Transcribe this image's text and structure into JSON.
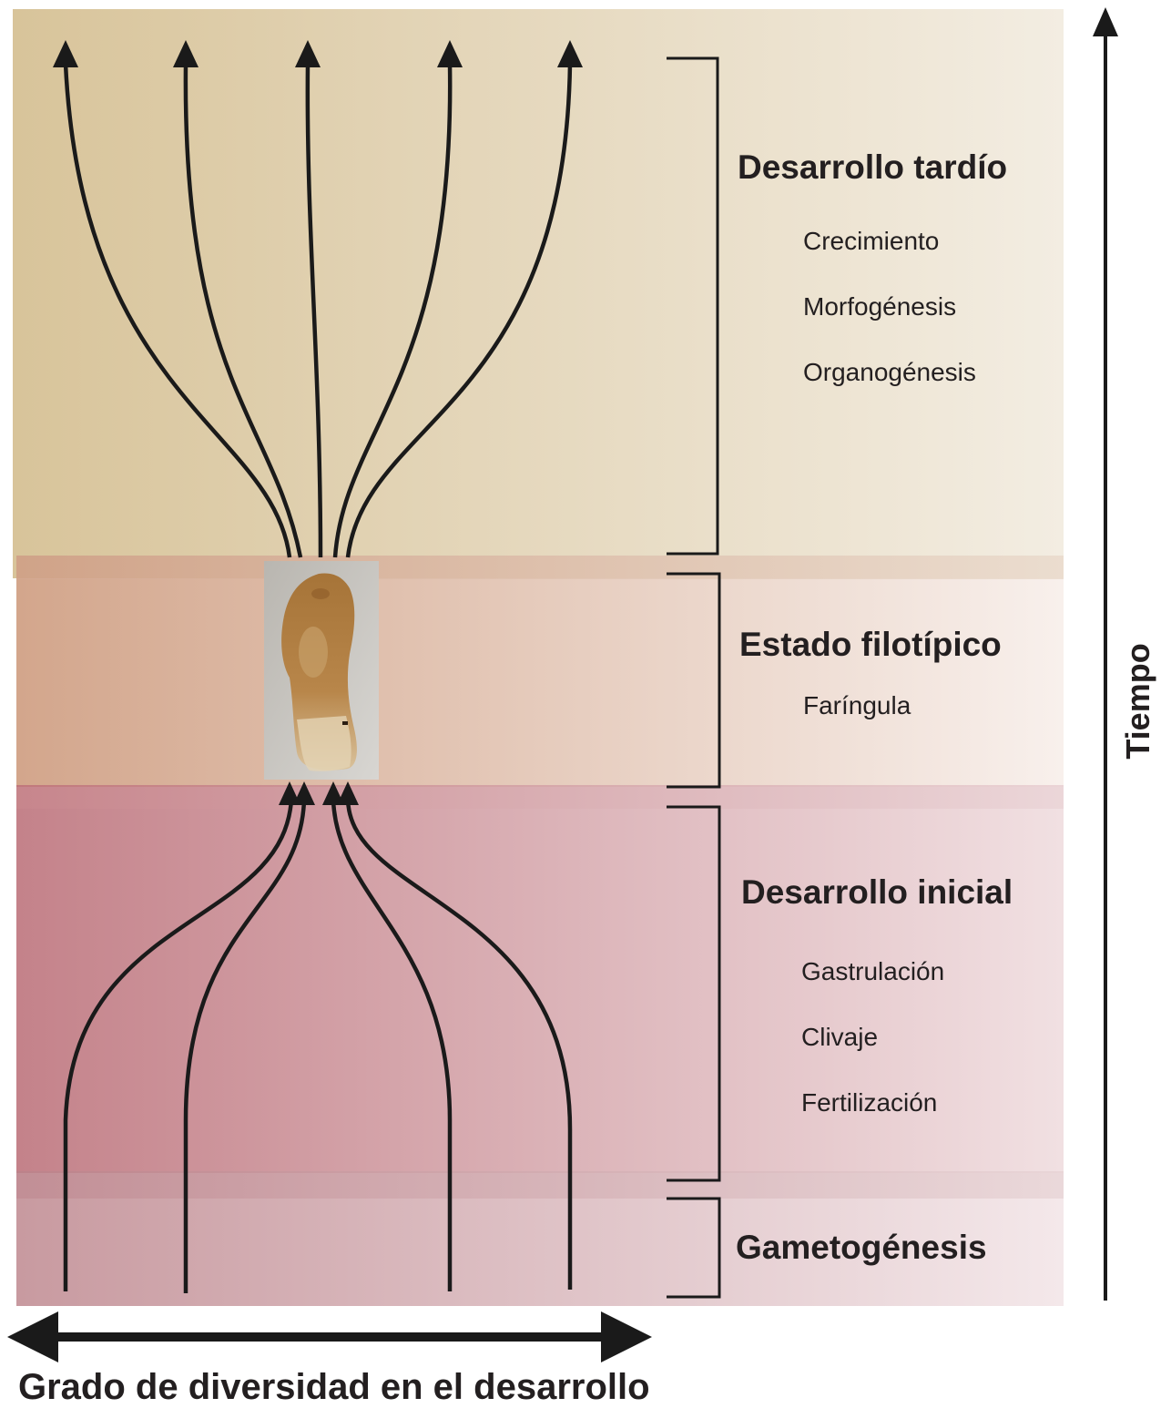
{
  "stages": {
    "late": {
      "title": "Desarrollo tardío",
      "items": [
        "Crecimiento",
        "Morfogénesis",
        "Organogénesis"
      ]
    },
    "phylotypic": {
      "title": "Estado filotípico",
      "items": [
        "Faríngula"
      ]
    },
    "early": {
      "title": "Desarrollo inicial",
      "items": [
        "Gastrulación",
        "Clivaje",
        "Fertilización"
      ]
    },
    "gametogenesis": {
      "title": "Gametogénesis"
    }
  },
  "axes": {
    "vertical_label": "Tiempo",
    "horizontal_label": "Grado de diversidad en el desarrollo"
  },
  "colors": {
    "late_band_start": "#d8c49a",
    "late_band_end": "#f2ebdf",
    "phylo_band_start": "#d4a48c",
    "phylo_band_end": "#f6ece8",
    "early_band_start": "#c7848a",
    "early_band_end": "#f0dfe0",
    "gamete_band_start": "#c99aa0",
    "gamete_band_end": "#f2e3e5",
    "line": "#1a1a1a"
  }
}
